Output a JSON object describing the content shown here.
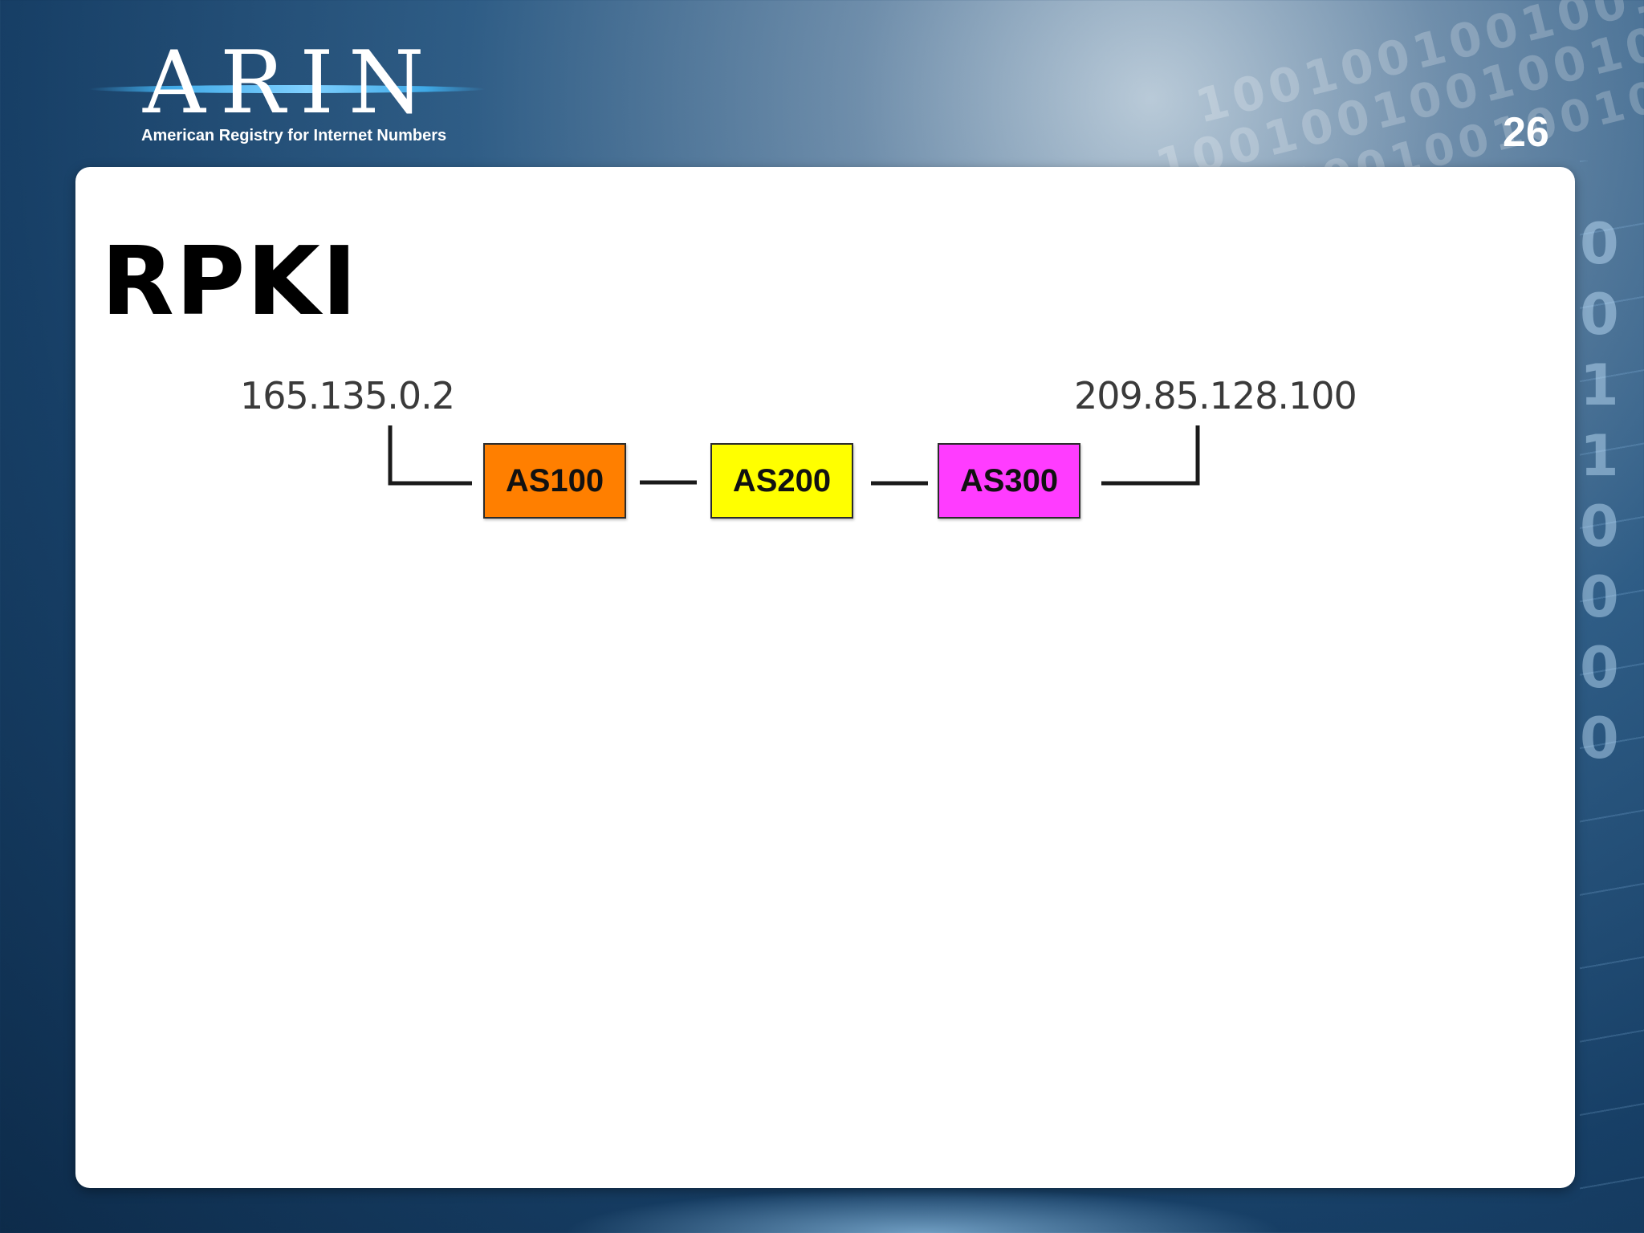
{
  "brand": {
    "name": "ARIN",
    "tagline": "American Registry for Internet Numbers"
  },
  "slide": {
    "page_number": "26",
    "title": "RPKI"
  },
  "diagram": {
    "source_ip": "165.135.0.2",
    "destination_ip": "209.85.128.100",
    "autonomous_systems": [
      {
        "label": "AS100",
        "color": "#ff7f00"
      },
      {
        "label": "AS200",
        "color": "#ffff00"
      },
      {
        "label": "AS300",
        "color": "#ff3cff"
      }
    ]
  }
}
